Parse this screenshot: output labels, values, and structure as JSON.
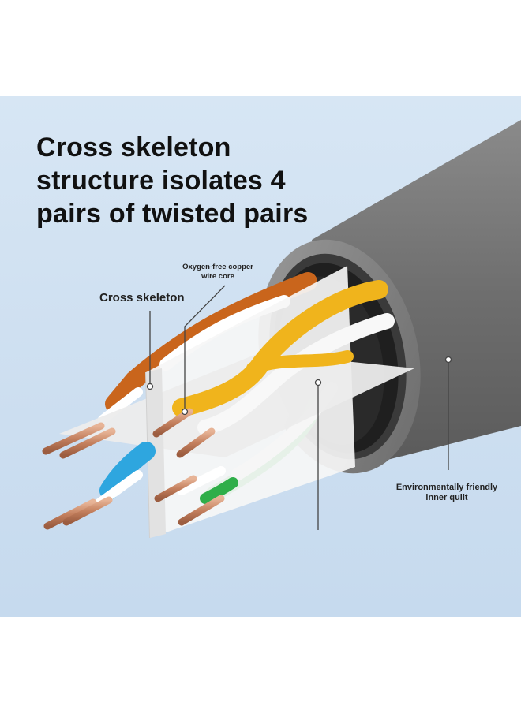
{
  "headline": {
    "line1": "Cross skeleton",
    "line2": "structure isolates 4",
    "line3": "pairs of twisted pairs"
  },
  "labels": {
    "cross_skeleton": "Cross skeleton",
    "copper_line1": "Oxygen-free copper",
    "copper_line2": "wire core",
    "quilt_line1": "Environmentally friendly",
    "quilt_line2": "inner quilt"
  },
  "colors": {
    "background": "#cfe0f1",
    "jacket": "#6f6f6f",
    "pair_orange": "#c9651c",
    "pair_yellow": "#f0b41c",
    "pair_blue": "#2ea6df",
    "pair_green": "#2fae49",
    "copper": "#c98a6a",
    "separator": "#f4f4f4"
  }
}
